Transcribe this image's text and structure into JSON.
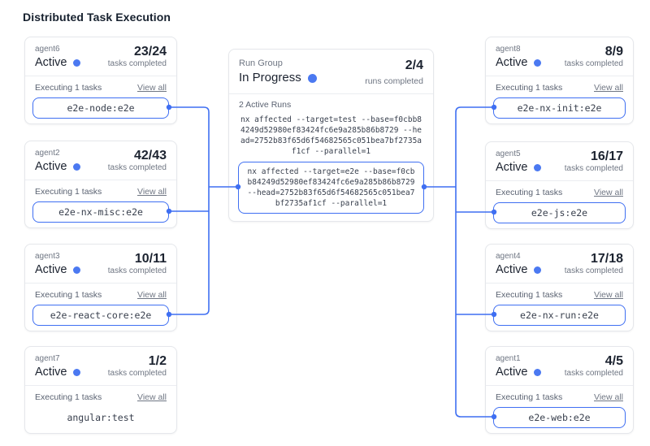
{
  "title": "Distributed Task Execution",
  "colors": {
    "accent": "#3f6ff2",
    "dot": "#4b79f1",
    "card_border": "#e5e7eb"
  },
  "labels": {
    "tasks_completed": "tasks completed",
    "executing": "Executing 1 tasks",
    "view_all": "View all",
    "runs_completed": "runs completed",
    "active_runs": "2 Active Runs"
  },
  "left_agents": [
    {
      "name": "agent6",
      "status": "Active",
      "count": "23/24",
      "task": "e2e-node:e2e"
    },
    {
      "name": "agent2",
      "status": "Active",
      "count": "42/43",
      "task": "e2e-nx-misc:e2e"
    },
    {
      "name": "agent3",
      "status": "Active",
      "count": "10/11",
      "task": "e2e-react-core:e2e"
    },
    {
      "name": "agent7",
      "status": "Active",
      "count": "1/2",
      "task": "angular:test"
    }
  ],
  "right_agents": [
    {
      "name": "agent8",
      "status": "Active",
      "count": "8/9",
      "task": "e2e-nx-init:e2e"
    },
    {
      "name": "agent5",
      "status": "Active",
      "count": "16/17",
      "task": "e2e-js:e2e"
    },
    {
      "name": "agent4",
      "status": "Active",
      "count": "17/18",
      "task": "e2e-nx-run:e2e"
    },
    {
      "name": "agent1",
      "status": "Active",
      "count": "4/5",
      "task": "e2e-web:e2e"
    }
  ],
  "run_group": {
    "label": "Run Group",
    "status": "In Progress",
    "count": "2/4",
    "commands": [
      "nx affected --target=test --base=f0cbb84249d52980ef83424fc6e9a285b86b8729 --head=2752b83f65d6f54682565c051bea7bf2735af1cf --parallel=1",
      "nx affected --target=e2e --base=f0cbb84249d52980ef83424fc6e9a285b86b8729 --head=2752b83f65d6f54682565c051bea7bf2735af1cf --parallel=1"
    ]
  }
}
